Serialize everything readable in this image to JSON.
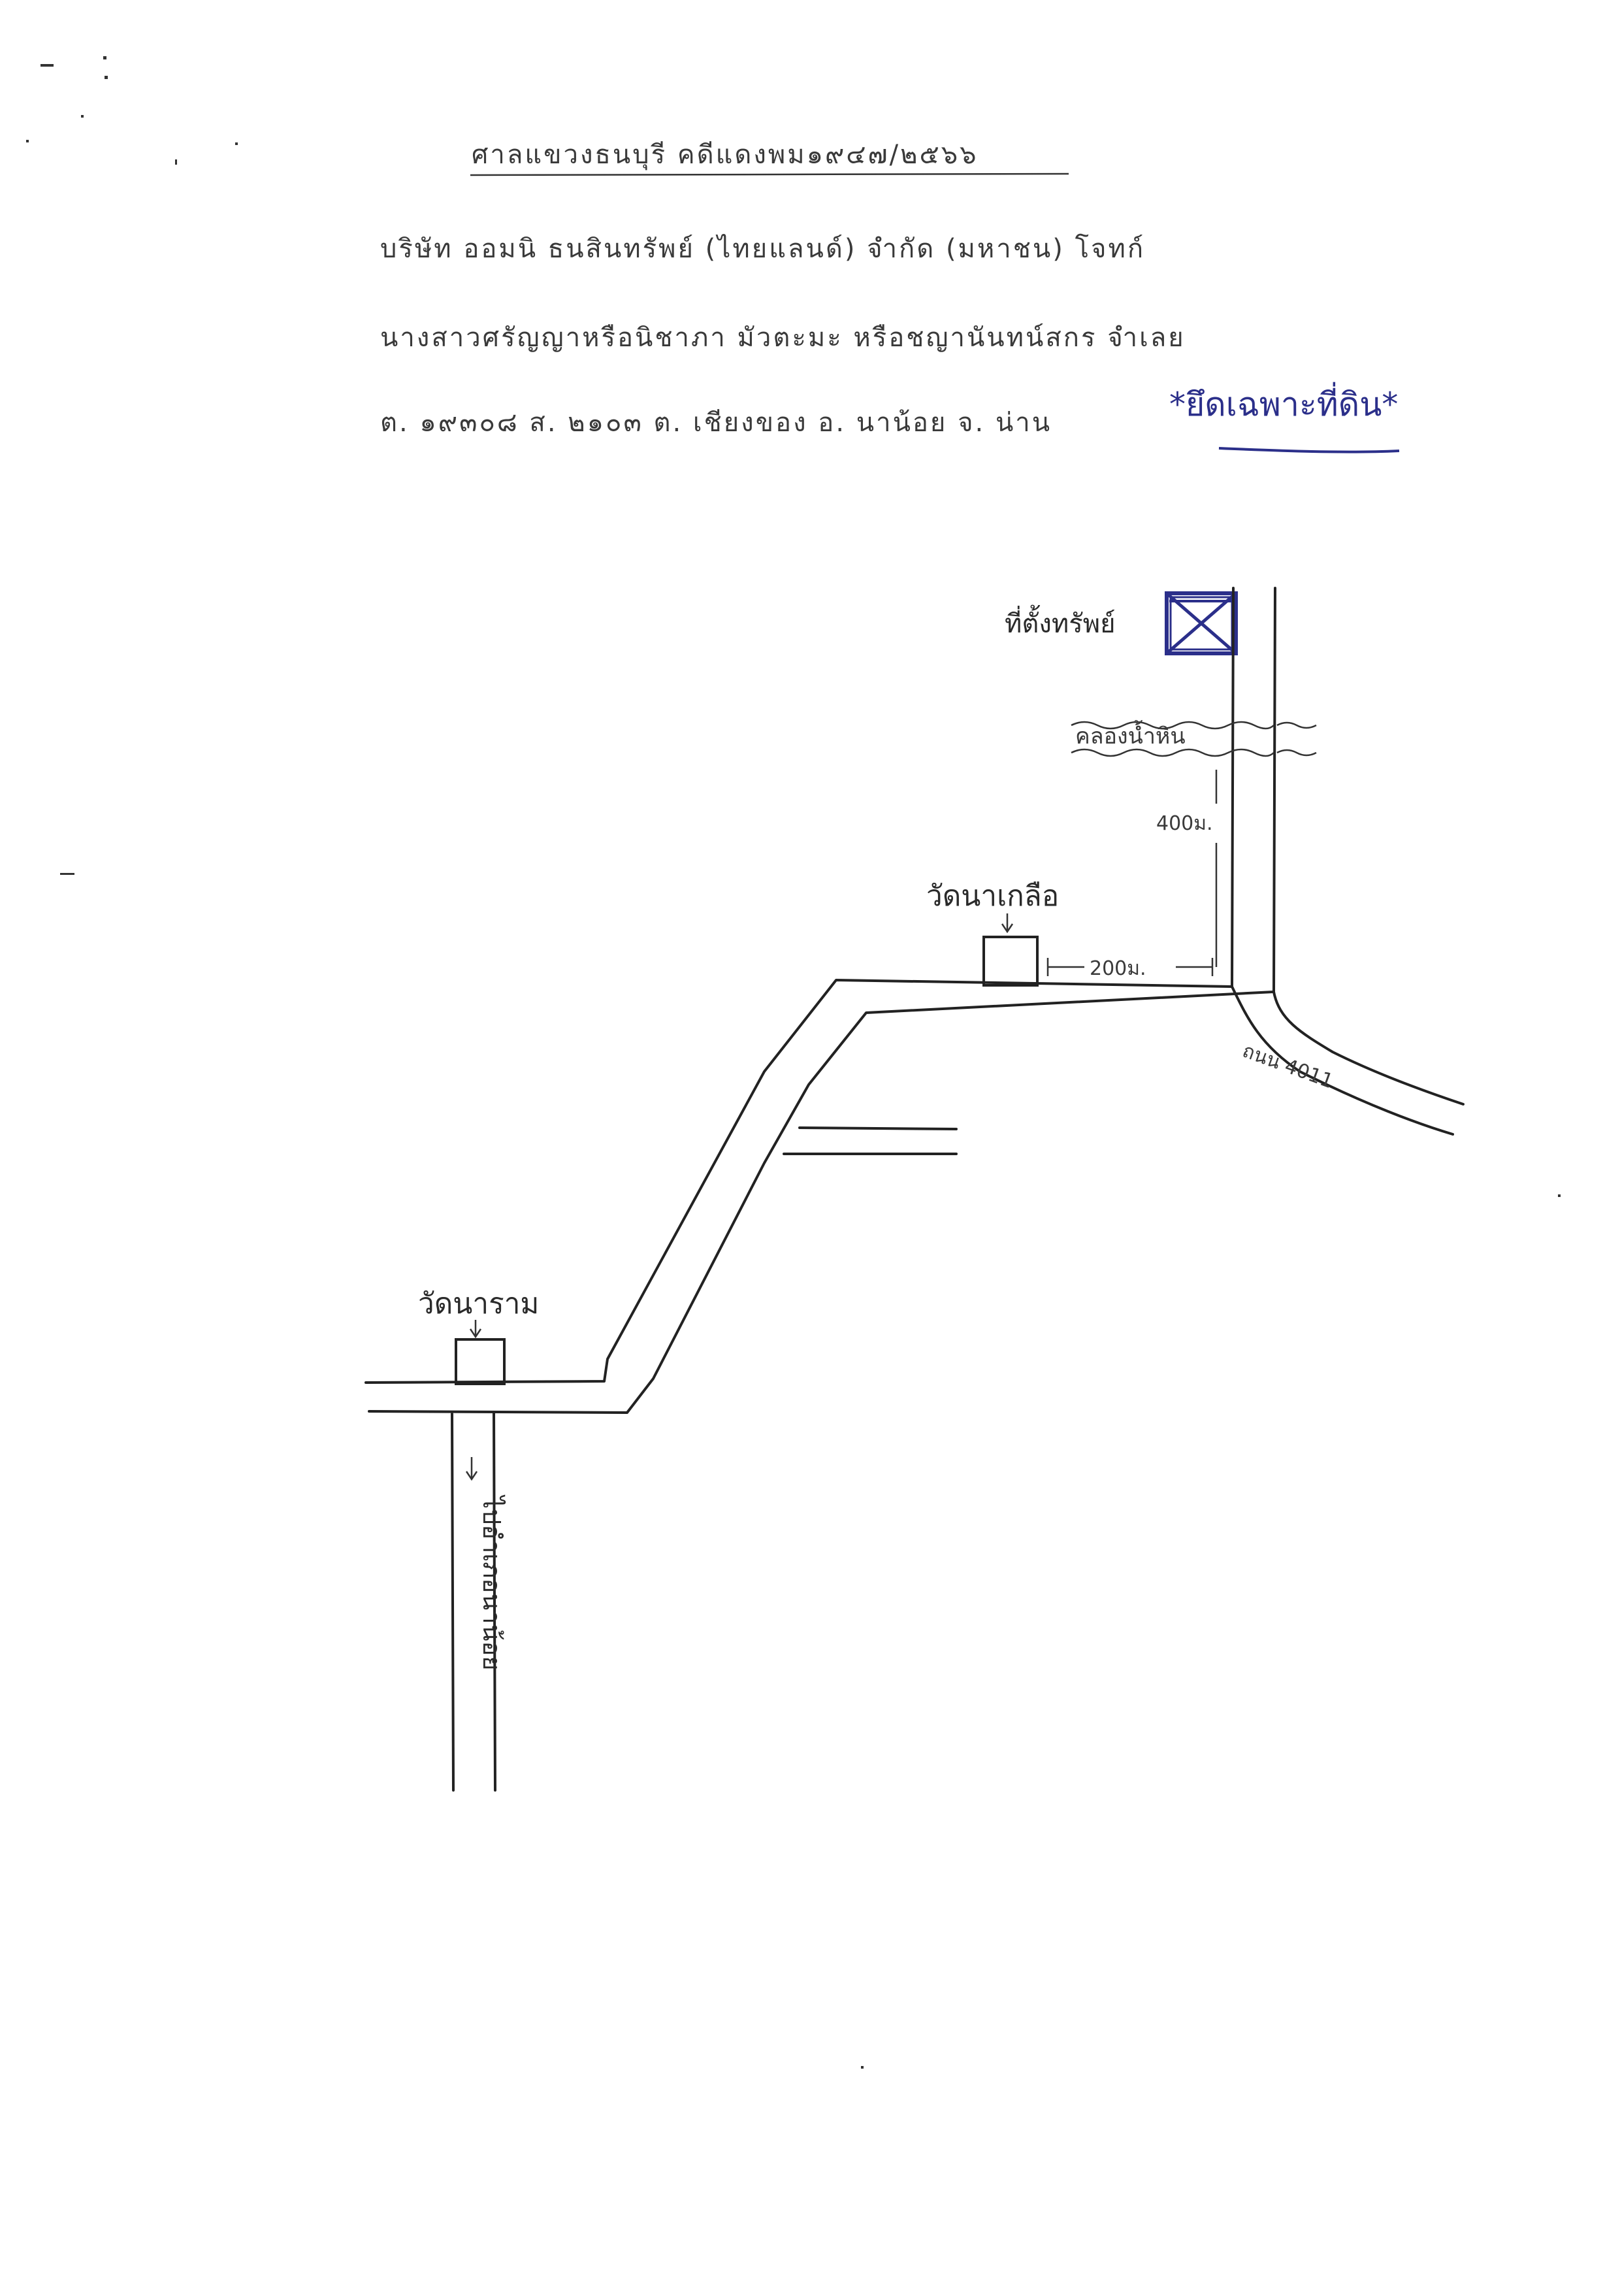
{
  "header": {
    "line1": "ศาลแขวงธนบุรี คดีแดงพม๑๙๔๗/๒๕๖๖",
    "line2": "บริษัท ออมนิ ธนสินทรัพย์ (ไทยแลนด์) จำกัด (มหาชน) โจทก์",
    "line3": "นางสาวศรัญญาหรือนิชาภา มัวตะมะ หรือชญานันทน์สกร จำเลย",
    "line4": "ต. ๑๙๓๐๘ ส. ๒๑๐๓ ต. เชียงของ อ. นาน้อย จ. น่าน",
    "note": "*ยึดเฉพาะที่ดิน*"
  },
  "map": {
    "property_label": "ที่ตั้งทรัพย์",
    "canal_label": "คลองน้ำหิน",
    "distance_north": "400ม.",
    "temple_east": "วัดนาเกลือ",
    "distance_east": "200ม.",
    "road_number": "ถนน 4011",
    "temple_west": "วัดนาราม",
    "road_south": "ไปอำเภอนาน้อย"
  },
  "colors": {
    "ink": "#222222",
    "pen_blue": "#2b2f8a"
  }
}
